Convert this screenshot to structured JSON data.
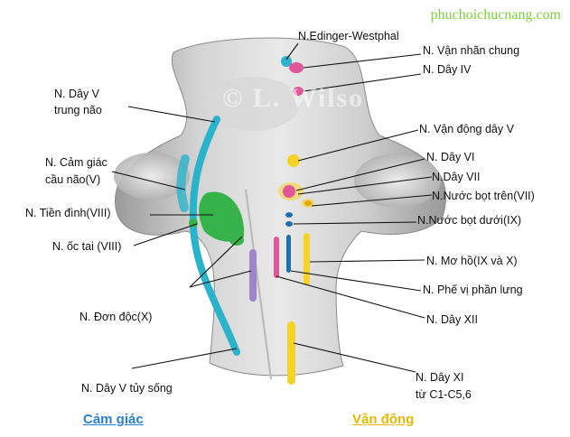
{
  "watermark": "phuchoichucnang.com",
  "copyright": "© L. Wilso",
  "legend": {
    "sensory": "Cảm giác",
    "motor": "Vận động",
    "sensory_color": "#2a7fd1",
    "motor_color": "#e6b800"
  },
  "labels": {
    "edinger": "N.Edinger-Westphal",
    "oculomotor": "N. Vận nhãn chung",
    "trochlear": "N. Dây IV",
    "trigeminal_mes_1": "N. Dây V",
    "trigeminal_mes_2": "trung não",
    "trigeminal_motor": "N. Vận động dây V",
    "sensory_pons_1": "N. Cảm giác",
    "sensory_pons_2": "cầu não(V)",
    "abducens": "N. Dây VI",
    "facial": "N.Dây VII",
    "sup_salivatory": "N.Nước bọt trên(VII)",
    "vestibular": "N. Tiền đình(VIII)",
    "inf_salivatory": "N.Nước bọt dưới(IX)",
    "cochlear": "N. ốc tai (VIII)",
    "ambiguus": "N. Mơ hồ(IX và X)",
    "vagus_dorsal": "N. Phế vị phần lưng",
    "solitary": "N. Đơn độc(X)",
    "hypoglossal": "N. Dây XII",
    "spinal_trig": "N. Dây V tủy sống",
    "accessory_1": "N. Dây XI",
    "accessory_2": "từ C1-C5,6"
  },
  "colors": {
    "cyan": "#2bb3cc",
    "pink": "#e0589a",
    "yellow": "#f5d327",
    "green": "#35b34a",
    "blue": "#1f6fb3",
    "purple": "#9b86c8"
  }
}
